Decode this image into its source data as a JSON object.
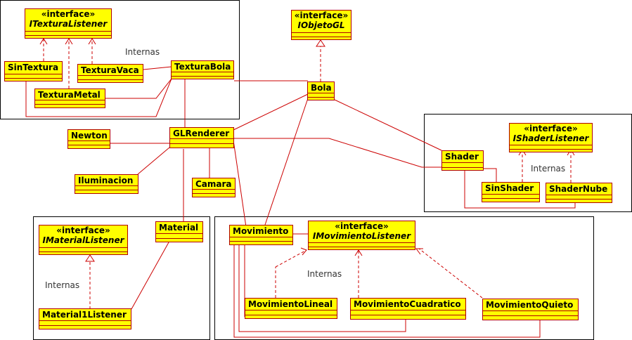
{
  "labels": {
    "internas": "Internas"
  },
  "stereotype": "«interface»",
  "classes": {
    "itextura_listener": "ITexturaListener",
    "iobjeto_gl": "IObjetoGL",
    "sin_textura": "SinTextura",
    "textura_vaca": "TexturaVaca",
    "textura_bola": "TexturaBola",
    "textura_metal": "TexturaMetal",
    "bola": "Bola",
    "newton": "Newton",
    "gl_renderer": "GLRenderer",
    "iluminacion": "Iluminacion",
    "camara": "Camara",
    "ishader_listener": "IShaderListener",
    "shader": "Shader",
    "sin_shader": "SinShader",
    "shader_nube": "ShaderNube",
    "imaterial_listener": "IMaterialListener",
    "material": "Material",
    "material1_listener": "Material1Listener",
    "movimiento": "Movimiento",
    "imovimiento_listener": "IMovimientoListener",
    "movimiento_lineal": "MovimientoLineal",
    "movimiento_cuadratico": "MovimientoCuadratico",
    "movimiento_quieto": "MovimientoQuieto"
  },
  "colors": {
    "class_fill": "#ffff00",
    "class_border": "#b00000",
    "edge": "#cc0000"
  }
}
